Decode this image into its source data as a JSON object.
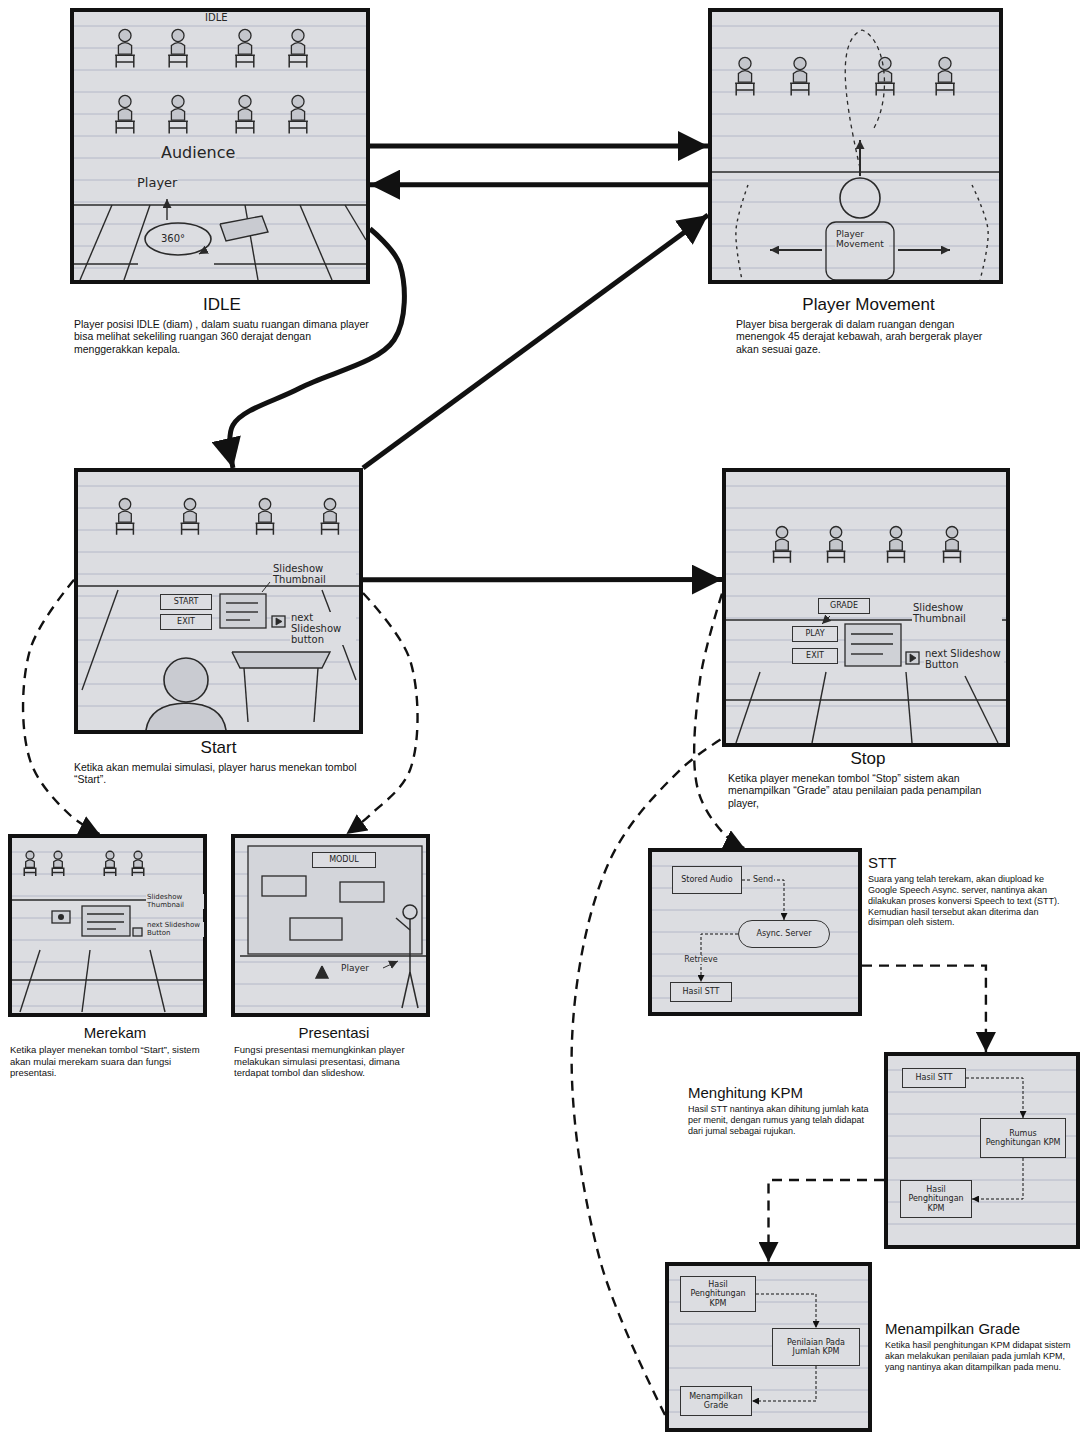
{
  "diagram": {
    "nodes": [
      {
        "text": [
          "IDLE",
          "Player posisi IDLE (diam) , dalam suatu ruangan dimana player bisa melihat sekeliling ruangan 360 derajat dengan menggerakkan kepala."
        ]
      },
      {
        "text": [
          "Player Movement",
          "Player bisa bergerak di dalam ruangan dengan menengok 45 derajat kebawah, arah bergerak player akan sesuai gaze."
        ]
      },
      {
        "text": [
          "Start",
          "Ketika akan memulai simulasi, player harus menekan tombol “Start”."
        ]
      },
      {
        "text": [
          "START"
        ],
        "in": 2
      },
      {
        "text": [
          "EXIT"
        ],
        "in": 2
      },
      {
        "text": [
          "Stop",
          "Ketika player menekan tombol “Stop” sistem akan menampilkan “Grade” atau penilaian pada penampilan player,"
        ]
      },
      {
        "text": [
          "GRADE"
        ],
        "in": 5
      },
      {
        "text": [
          "PLAY"
        ],
        "in": 5
      },
      {
        "text": [
          "EXIT"
        ],
        "in": 5
      },
      {
        "text": [
          "Merekam",
          "Ketika player menekan tombol “Start”, sistem akan mulai merekam suara dan fungsi presentasi."
        ]
      },
      {
        "text": [
          "Presentasi",
          "Fungsi presentasi memungkinkan player melakukan simulasi presentasi, dimana terdapat tombol dan slideshow."
        ]
      },
      {
        "text": [
          "MODUL"
        ],
        "in": 10
      },
      {
        "text": [
          "STT",
          "Suara yang telah terekam, akan diupload ke Google Speech Async. server, nantinya akan dilakukan proses konversi Speech to text (STT). Kemudian hasil tersebut akan diterima dan disimpan oleh sistem."
        ]
      },
      {
        "text": [
          "Stored Audio"
        ],
        "in": 12
      },
      {
        "text": [
          "Async. Server"
        ],
        "in": 12
      },
      {
        "text": [
          "Hasil STT"
        ],
        "in": 12
      },
      {
        "text": [
          "Menghitung KPM",
          "Hasil STT nantinya akan dihitung jumlah kata per menit, dengan rumus yang telah didapat dari jumal sebagai rujukan."
        ]
      },
      {
        "text": [
          "Hasil STT"
        ],
        "in": 16
      },
      {
        "text": [
          "Rumus Penghitungan KPM"
        ],
        "in": 16
      },
      {
        "text": [
          "Hasil Penghitungan KPM"
        ],
        "in": 16
      },
      {
        "text": [
          "Menampilkan Grade",
          "Ketika hasil penghitungan KPM didapat sistem akan melakukan penilaian pada jumlah KPM, yang nantinya akan ditampilkan pada menu."
        ]
      },
      {
        "text": [
          "Hasil Penghitungan KPM"
        ],
        "in": 20
      },
      {
        "text": [
          "Penilaian Pada Jumlah KPM"
        ],
        "in": 20
      },
      {
        "text": [
          "Menampilkan Grade"
        ],
        "in": 20
      }
    ],
    "edges": [
      {
        "from": 0,
        "to": 1,
        "arrow": "to"
      },
      {
        "from": 1,
        "to": 0,
        "arrow": "to"
      },
      {
        "from": 0,
        "to": 2,
        "arrow": "to"
      },
      {
        "from": 2,
        "to": 1,
        "arrow": "to"
      },
      {
        "from": 2,
        "to": 5,
        "arrow": "to"
      },
      {
        "from": 2,
        "to": 9,
        "arrow": "to"
      },
      {
        "from": 2,
        "to": 10,
        "arrow": "to"
      },
      {
        "from": 5,
        "to": 12,
        "arrow": "to"
      },
      {
        "from": 12,
        "to": 16,
        "arrow": "to"
      },
      {
        "from": 16,
        "to": 20,
        "arrow": "to"
      },
      {
        "from": 20,
        "to": 5,
        "arrow": "none"
      },
      {
        "from": 13,
        "to": 14,
        "label": "Send",
        "arrow": "to"
      },
      {
        "from": 14,
        "to": 15,
        "label": "Retrieve",
        "arrow": "to"
      },
      {
        "from": 17,
        "to": 18,
        "arrow": "to"
      },
      {
        "from": 18,
        "to": 19,
        "arrow": "to"
      },
      {
        "from": 21,
        "to": 22,
        "arrow": "to"
      },
      {
        "from": 22,
        "to": 23,
        "arrow": "to"
      }
    ],
    "labels": [
      "IDLE",
      "Audience",
      "Player",
      "360°",
      "Player Movement",
      "Slideshow Thumbnail",
      "next Slideshow button",
      "Slideshow Thumbnail",
      "next Slideshow Button",
      "Slideshow Thumbnail",
      "next Slideshow Button",
      "Player"
    ]
  }
}
